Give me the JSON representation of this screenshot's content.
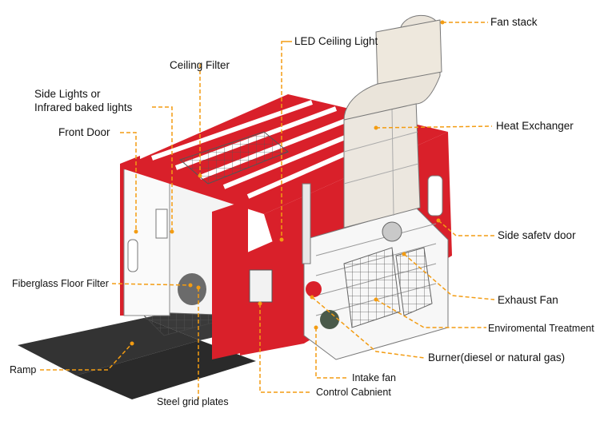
{
  "diagram": {
    "accent_color": "#F39C12",
    "booth_color": "#D9202A",
    "labels": {
      "fan_stack": "Fan stack",
      "led_ceiling_light": "LED Ceiling Light",
      "ceiling_filter": "Ceiling Filter",
      "side_lights_line1": "Side Lights or",
      "side_lights_line2": "Infrared baked lights",
      "front_door": "Front Door",
      "heat_exchanger": "Heat Exchanger",
      "side_safety_door": "Side safetv door",
      "fiberglass_floor_filter": "Fiberglass Floor Filter",
      "exhaust_fan": "Exhaust Fan",
      "environmental_treatment": "Enviromental Treatment",
      "burner": "Burner(diesel or natural gas)",
      "ramp": "Ramp",
      "intake_fan": "Intake fan",
      "steel_grid_plates": "Steel grid plates",
      "control_cabinet": "Control Cabnient"
    }
  }
}
